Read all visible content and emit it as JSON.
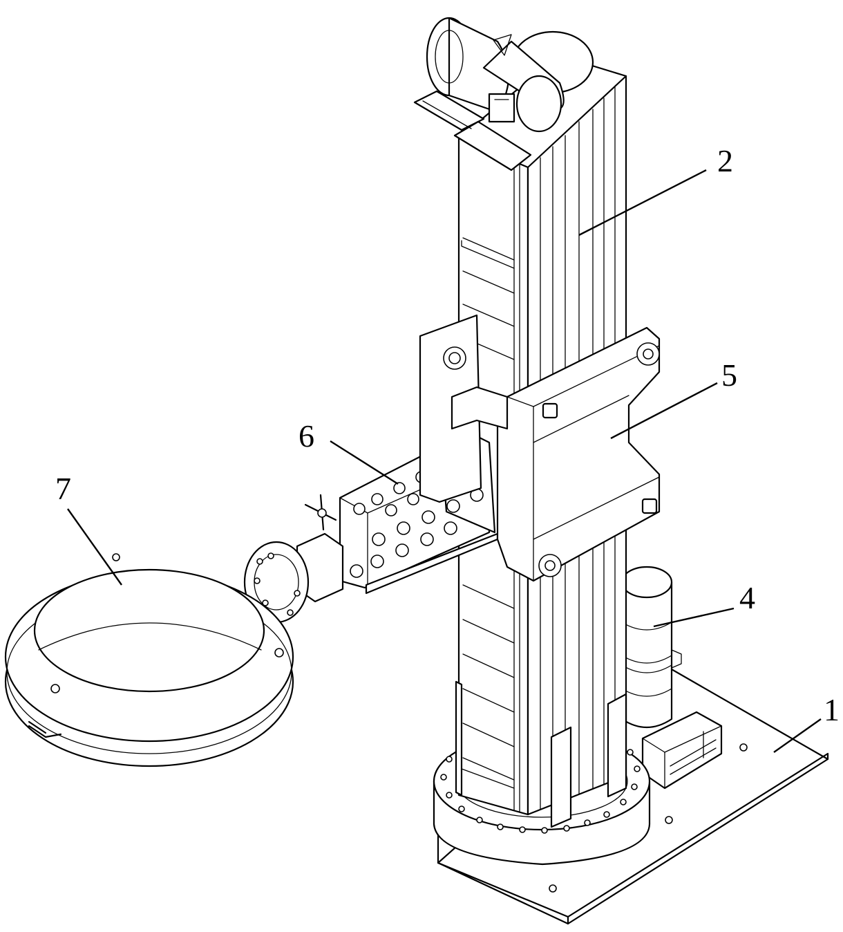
{
  "figure": {
    "background": "#ffffff",
    "line_color": "#000000"
  },
  "callouts": [
    {
      "id": "base-plate",
      "label": "1"
    },
    {
      "id": "column",
      "label": "2"
    },
    {
      "id": "motor",
      "label": "4"
    },
    {
      "id": "carriage",
      "label": "5"
    },
    {
      "id": "arm",
      "label": "6"
    },
    {
      "id": "ring",
      "label": "7"
    }
  ]
}
